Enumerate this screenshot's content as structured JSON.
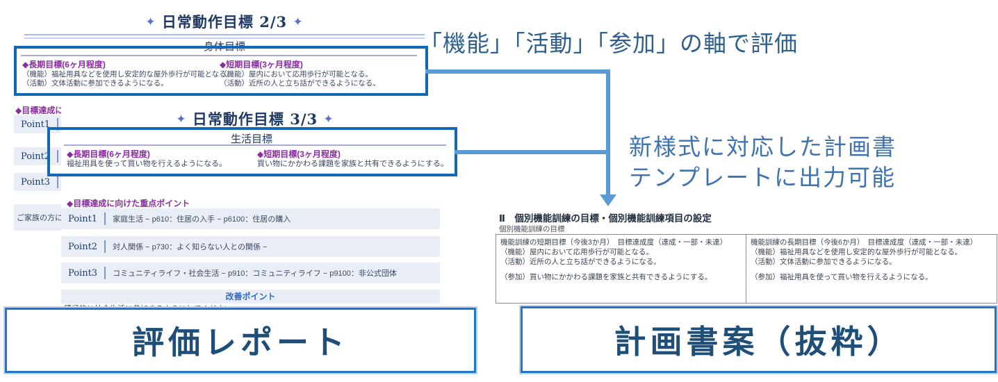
{
  "report_doc1": {
    "star": "✦",
    "title": "日常動作目標 2/3",
    "section": "身体目標",
    "long_goal": {
      "heading": "◆長期目標(6ヶ月程度)",
      "line1": "（機能）福祉用具などを使用し安定的な屋外歩行が可能となる。",
      "line2": "（活動）文体活動に参加できるようになる。"
    },
    "short_goal": {
      "heading": "◆短期目標(3ヶ月程度)",
      "line1": "（機能）屋内において応用歩行が可能となる。",
      "line2": "（活動）近所の人と立ち話ができるようになる。"
    },
    "points_heading_partial": "◆目標達成に",
    "points": [
      {
        "label": "Point1"
      },
      {
        "label": "Point2"
      },
      {
        "label": "Point3"
      }
    ],
    "family_note_partial": "ご家族の方に"
  },
  "report_doc2": {
    "star": "✦",
    "title": "日常動作目標 3/3",
    "section": "生活目標",
    "long_goal": {
      "heading": "◆長期目標(6ヶ月程度)",
      "line1": "福祉用具を使って買い物を行えるようになる。"
    },
    "short_goal": {
      "heading": "◆短期目標(3ヶ月程度)",
      "line1": "買い物にかかわる課題を家族と共有できるようにする。"
    },
    "points_heading": "◆目標達成に向けた重点ポイント",
    "points": [
      {
        "label": "Point1",
        "text": "家庭生活 − p610：住居の入手 − p6100：住居の購入"
      },
      {
        "label": "Point2",
        "text": "対人関係 − p730：よく知らない人との関係 −"
      },
      {
        "label": "Point3",
        "text": "コミュニティライフ・社会生活 − p910：コミュニティライフ − p9100：非公式団体"
      }
    ],
    "improvement_heading": "改善ポイント",
    "improvement_note_partial": "積極的に社会生活に参加するようにしてください"
  },
  "annotations": {
    "eval_axis": "「機能」「活動」「参加」の軸で評価",
    "template_line1": "新様式に対応した計画書",
    "template_line2": "テンプレートに出力可能"
  },
  "plan_doc": {
    "heading": "Ⅱ　個別機能訓練の目標・個別機能訓練項目の設定",
    "subheading": "個別機能訓練の目標",
    "table": {
      "left": {
        "header": "機能訓練の短期目標（今後3か月）　目標達成度（達成・一部・未達）",
        "row1": "（機能）屋内において応用歩行が可能となる。",
        "row2": "（活動）近所の人と立ち話ができるようになる。",
        "row3": "（参加）買い物にかかわる課題を家族と共有できるようにする。"
      },
      "right": {
        "header": "機能訓練の長期目標（今後6か月）　目標達成度（達成・一部・未達）",
        "row1": "（機能）福祉用具などを使用し安定的な屋外歩行が可能となる。",
        "row2": "（活動）文体活動に参加できるようになる。",
        "row3": "（参加）福祉用具を使って買い物を行えるようになる。"
      }
    }
  },
  "labels": {
    "report": "評価レポート",
    "plan": "計画書案（抜粋）"
  },
  "colors": {
    "highlight_box_border": "#1267b6",
    "connector": "#5b9bd5",
    "label_border": "#2176cb",
    "label_text": "#1f4e79",
    "purple_heading": "#8a2da0",
    "doc_navy": "#1f3864"
  }
}
